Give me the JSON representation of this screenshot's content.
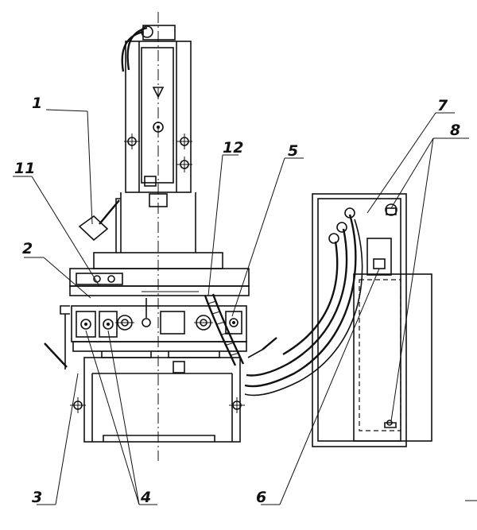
{
  "callouts": {
    "c1": "1",
    "c2": "2",
    "c3": "3",
    "c4": "4",
    "c5": "5",
    "c6": "6",
    "c7": "7",
    "c8": "8",
    "c11": "11",
    "c12": "12"
  }
}
